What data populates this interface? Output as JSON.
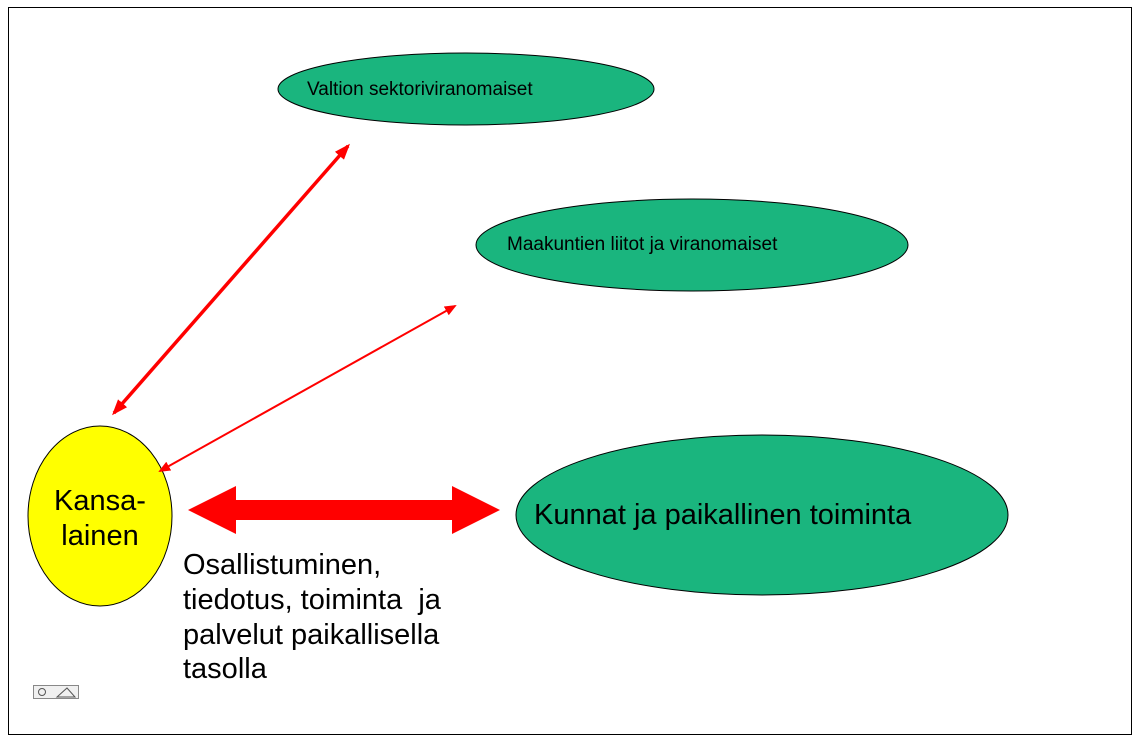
{
  "nodes": {
    "valtion": "Valtion sektoriviranomaiset",
    "maakunta": "Maakuntien liitot ja viranomaiset",
    "kunnat": "Kunnat ja paikallinen toiminta",
    "kansalainen_line1": "Kansa-",
    "kansalainen_line2": "lainen"
  },
  "caption": {
    "line1": "Osallistuminen,",
    "line2": "tiedotus, toiminta  ja",
    "line3": "palvelut paikallisella",
    "line4": "tasolla"
  },
  "colors": {
    "ellipse_green": "#1ab57e",
    "kansalainen_yellow": "#ffff00",
    "arrow_red": "#ff0000"
  },
  "icons": [
    "small-toolbar-icon"
  ]
}
